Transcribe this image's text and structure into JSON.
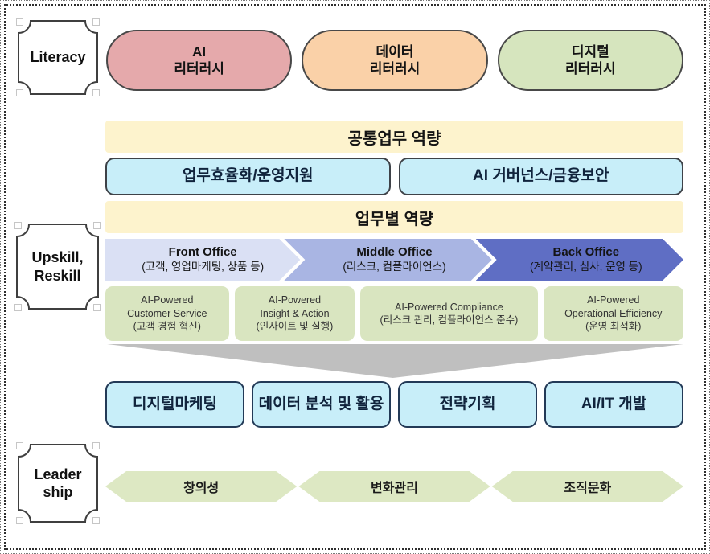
{
  "plaques": {
    "literacy": {
      "lines": [
        "Literacy",
        ""
      ]
    },
    "upskill": {
      "lines": [
        "Upskill,",
        "Reskill"
      ]
    },
    "leadership": {
      "lines": [
        "Leader",
        "ship"
      ]
    }
  },
  "literacy_pills": [
    {
      "line1": "AI",
      "line2": "리터러시"
    },
    {
      "line1": "데이터",
      "line2": "리터러시"
    },
    {
      "line1": "디지털",
      "line2": "리터러시"
    }
  ],
  "bands": {
    "common": "공통업무 역량",
    "job_specific": "업무별 역량"
  },
  "common_competencies": [
    {
      "label": "업무효율화/운영지원"
    },
    {
      "label": "AI 거버넌스/금융보안"
    }
  ],
  "office_arrows": [
    {
      "title": "Front Office",
      "subtitle": "(고객, 영업마케팅, 상품 등)"
    },
    {
      "title": "Middle Office",
      "subtitle": "(리스크, 컴플라이언스)"
    },
    {
      "title": "Back Office",
      "subtitle": "(계약관리, 심사, 운영 등)"
    }
  ],
  "ai_capabilities": [
    {
      "lines": [
        "AI-Powered",
        "Customer Service",
        "(고객 경험 혁신)"
      ]
    },
    {
      "lines": [
        "AI-Powered",
        "Insight & Action",
        "(인사이트 및 실행)"
      ]
    },
    {
      "lines": [
        "AI-Powered Compliance",
        "(리스크 관리, 컴플라이언스 준수)"
      ]
    },
    {
      "lines": [
        "AI-Powered",
        "Operational Efficiency",
        "(운영 최적화)"
      ]
    }
  ],
  "job_roles": [
    {
      "label": "디지털마케팅"
    },
    {
      "label": "데이터 분석 및 활용"
    },
    {
      "label": "전략기획"
    },
    {
      "label": "AI/IT 개발"
    }
  ],
  "leadership_values": [
    {
      "label": "창의성"
    },
    {
      "label": "변화관리"
    },
    {
      "label": "조직문화"
    }
  ],
  "colors": {
    "pill_ai": "#e5a9ab",
    "pill_data": "#fad1a8",
    "pill_digital": "#d6e5be",
    "band_yellow": "#fdf3cd",
    "box_cyan": "#c8eef9",
    "arrow_front": "#dae0f4",
    "arrow_middle": "#a9b5e3",
    "arrow_back": "#5f6ec4",
    "capability_green": "#d9e5c0",
    "funnel_gray": "#bfbfbf",
    "hex_green": "#dde8c3"
  }
}
